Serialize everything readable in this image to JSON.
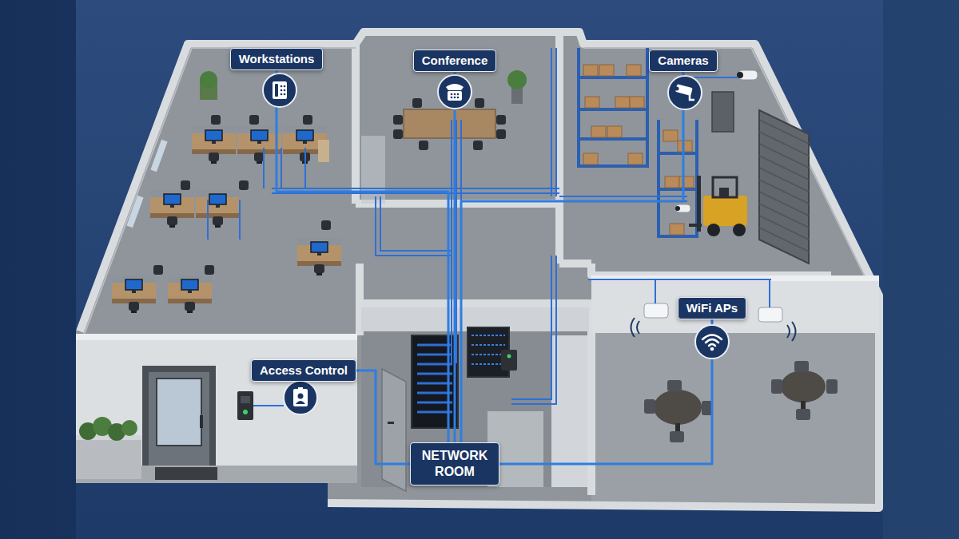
{
  "diagram": {
    "nodes": [
      {
        "text": [
          "Workstations"
        ]
      },
      {
        "text": [
          "Conference"
        ]
      },
      {
        "text": [
          "Cameras"
        ]
      },
      {
        "text": [
          "WiFi APs"
        ]
      },
      {
        "text": [
          "Access Control"
        ]
      },
      {
        "text": [
          "NETWORK ROOM"
        ]
      }
    ],
    "edges": [
      {
        "from": 5,
        "to": 0,
        "arrow": "none"
      },
      {
        "from": 5,
        "to": 1,
        "arrow": "none"
      },
      {
        "from": 5,
        "to": 2,
        "arrow": "none"
      },
      {
        "from": 5,
        "to": 3,
        "arrow": "none"
      },
      {
        "from": 5,
        "to": 4,
        "arrow": "none"
      }
    ]
  }
}
